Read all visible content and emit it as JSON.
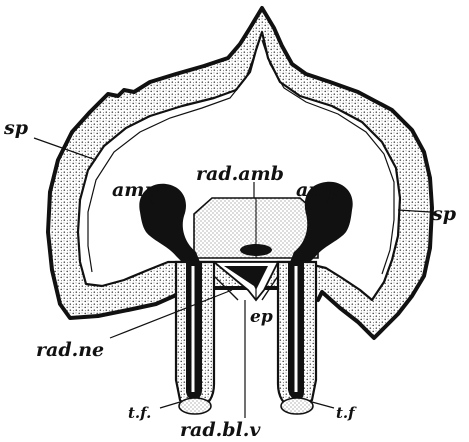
{
  "figure": {
    "labels": {
      "sp_left": "sp",
      "sp_right": "sp",
      "amp_left": "amp",
      "amp_right": "amp",
      "rad_amb": "rad.amb",
      "ep": "ep",
      "rad_ne": "rad.ne",
      "tf_left": "t.f.",
      "tf_right": "t.f",
      "rad_bl_v": "rad.bl.v"
    },
    "colors": {
      "ink": "#111111",
      "stipple": "#3a3a3a",
      "paper": "#ffffff"
    }
  }
}
